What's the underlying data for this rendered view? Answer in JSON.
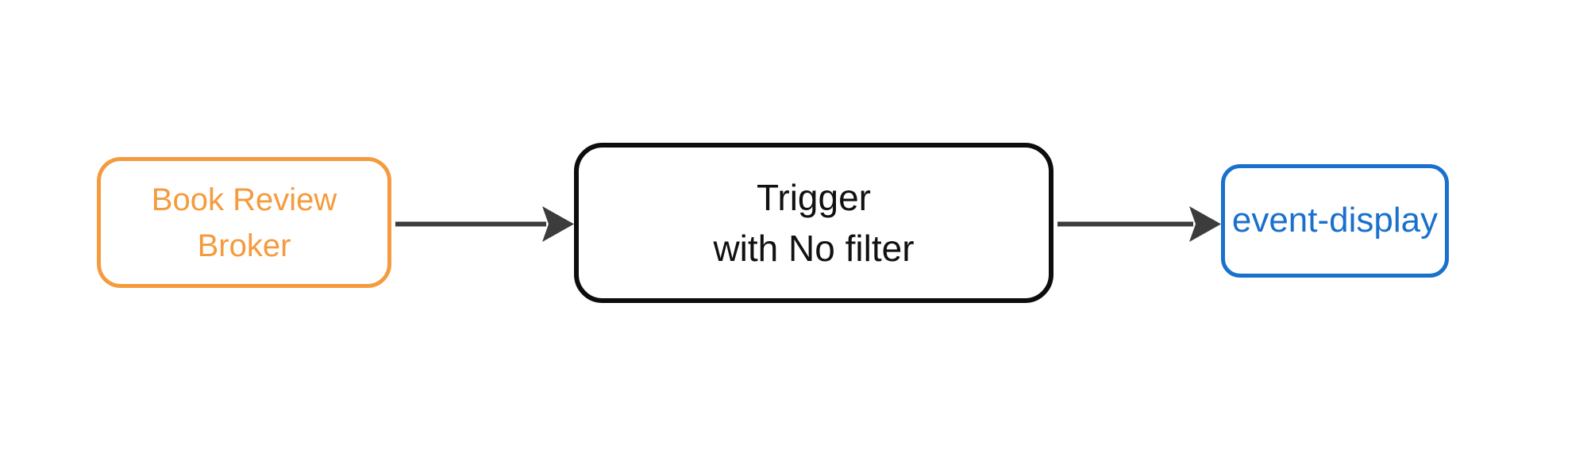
{
  "diagram": {
    "type": "flow",
    "nodes": [
      {
        "id": "broker",
        "label": "Book Review\nBroker",
        "shape": "rounded-rect",
        "border_color": "#F59B3E",
        "text_color": "#F59B3E"
      },
      {
        "id": "trigger",
        "label": "Trigger\nwith No filter",
        "shape": "rounded-rect",
        "border_color": "#0D0D0D",
        "text_color": "#111111"
      },
      {
        "id": "sink",
        "label": "event-display",
        "shape": "rounded-rect",
        "border_color": "#1970CD",
        "text_color": "#1970CD"
      }
    ],
    "edges": [
      {
        "from": "broker",
        "to": "trigger",
        "style": "solid-arrow"
      },
      {
        "from": "trigger",
        "to": "sink",
        "style": "solid-arrow"
      }
    ]
  },
  "colors": {
    "bg": "#ffffff",
    "orange": "#F59B3E",
    "blue": "#1970CD",
    "node-black": "#0D0D0D",
    "text-black": "#111111",
    "arrow": "#3C3C3C"
  }
}
